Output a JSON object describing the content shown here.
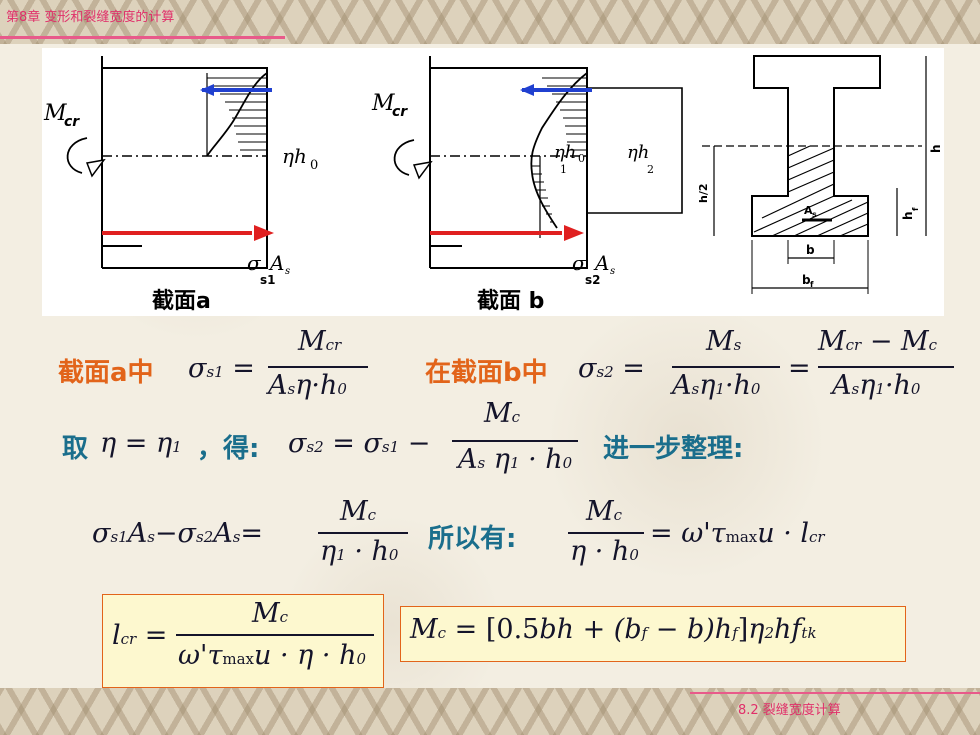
{
  "header": {
    "title": "第8章 变形和裂缝宽度的计算"
  },
  "footer": {
    "title": "8.2 裂缝宽度计算"
  },
  "figure": {
    "section_a_label": "截面a",
    "section_b_label": "截面 b",
    "moment_label": "M",
    "moment_sub": "cr",
    "sigma_s1_sub": "s1",
    "sigma_s2_sub": "s2",
    "As_sub": "s",
    "eta_h0_sub": "0",
    "eta1_sub": "1",
    "eta2_sub": "2",
    "dim_h2": "h/2",
    "dim_h": "h",
    "dim_hf": "h",
    "dim_hf_sub": "f",
    "dim_b": "b",
    "dim_bf": "b",
    "dim_bf_sub": "f",
    "as_label": "A",
    "as_label_sub": "s"
  },
  "equations": {
    "line1_prefix": "截面a中",
    "line1_mid": "在截面b中",
    "line2_take": "取",
    "line2_get": "，得:",
    "line2_next": "进一步整理:",
    "line3_so": "所以有:"
  },
  "colors": {
    "accent_pink": "#e0306a",
    "label_orange": "#e2641a",
    "label_teal": "#1a6e8c",
    "arrow_red": "#e02020",
    "arrow_blue": "#2040d0",
    "box_fill": "#fdf8cf"
  }
}
